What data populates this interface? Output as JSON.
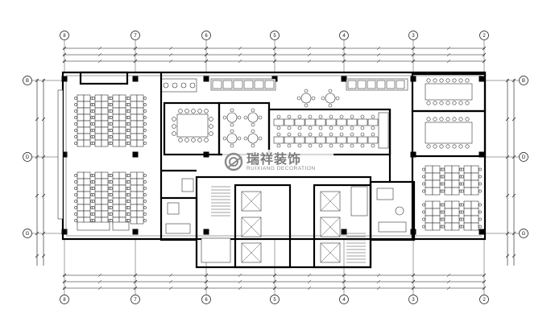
{
  "axes_top": [
    "8",
    "7",
    "6",
    "5",
    "4",
    "3",
    "2"
  ],
  "axes_bottom": [
    "8",
    "7",
    "6",
    "5",
    "4",
    "3",
    "2"
  ],
  "axes_left": [
    "B",
    "D",
    "G"
  ],
  "axes_right": [
    "B",
    "D",
    "G"
  ],
  "watermark": {
    "brand_cn": "瑞祥装饰",
    "brand_en": "RUIXIANG DECORATION"
  }
}
